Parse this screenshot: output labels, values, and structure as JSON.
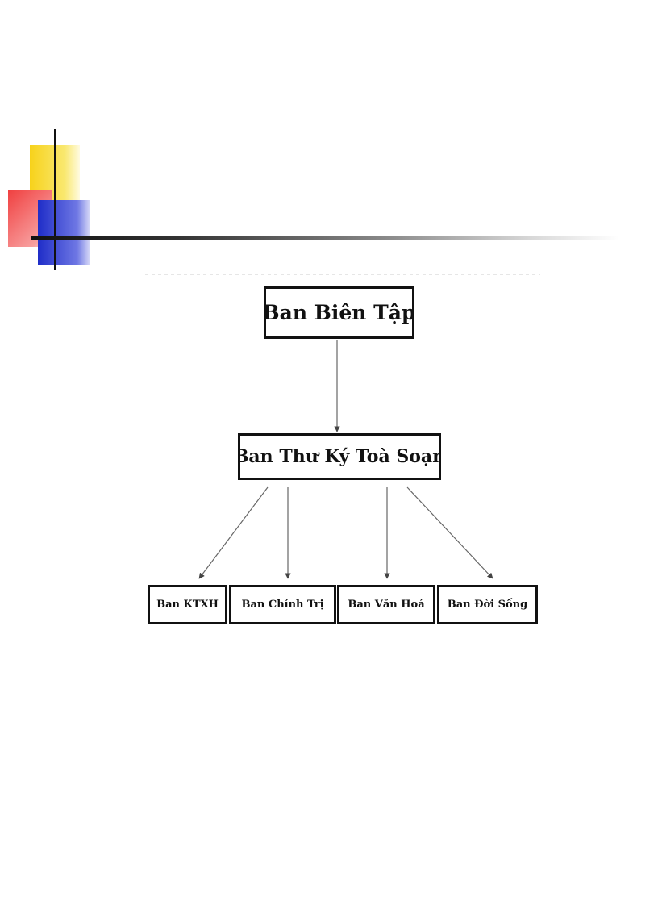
{
  "diagram": {
    "root": {
      "label": "Ban Biên Tập"
    },
    "secretariat": {
      "label": "Ban Thư Ký Toà Soạn"
    },
    "departments": [
      {
        "label": "Ban KTXH"
      },
      {
        "label": "Ban Chính Trị"
      },
      {
        "label": "Ban Văn Hoá"
      },
      {
        "label": "Ban Đời Sống"
      }
    ]
  },
  "colors": {
    "ornament_yellow": "#f7d21a",
    "ornament_red": "#f04040",
    "ornament_blue": "#1f2dc8",
    "box_border": "#111111"
  }
}
